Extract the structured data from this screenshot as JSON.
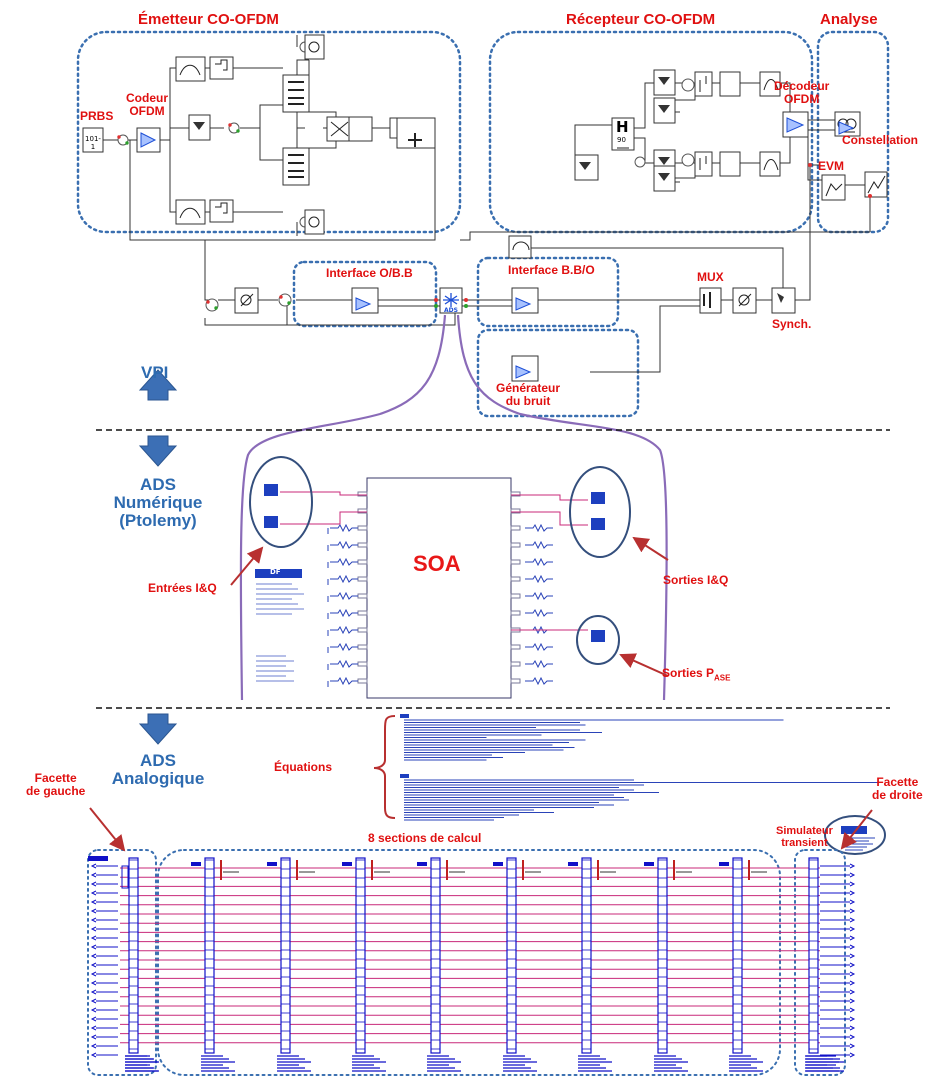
{
  "vpi": {
    "transmitter_title": "Émetteur CO-OFDM",
    "receiver_title": "Récepteur CO-OFDM",
    "analysis_title": "Analyse",
    "prbs": "PRBS",
    "prbs_block": "101-1",
    "encoder": "Codeur\nOFDM",
    "decoder": "Décodeur\nOFDM",
    "constellation": "Constellation",
    "evm": "EVM",
    "hybrid_block": "H",
    "hybrid_angle": "90",
    "iface_ob": "Interface O/B.B",
    "iface_bo": "Interface B.B/O",
    "mux": "MUX",
    "synch": "Synch.",
    "noise_gen": "Générateur\ndu bruit",
    "ads_block": "ADS"
  },
  "levels": {
    "vpi": "VPI",
    "ads_num": "ADS\nNumérique\n(Ptolemy)",
    "ads_ana": "ADS\nAnalogique"
  },
  "ads_numeric": {
    "soa": "SOA",
    "inputs": "Entrées I&Q",
    "outputs": "Sorties I&Q",
    "outputs_ase": "Sorties P",
    "outputs_ase_sub": "ASE",
    "df_block": "DF"
  },
  "ads_analog": {
    "equations": "Équations",
    "left_facet": "Facette\nde gauche",
    "right_facet": "Facette\nde droite",
    "sections": "8 sections de calcul",
    "simulator": "Simulateur\ntransient"
  },
  "colors": {
    "title_red": "#e01010",
    "level_blue": "#2e6bb0",
    "dotted_blue": "#3a6fb0",
    "arrow_blue": "#3c6fb5",
    "wire_magenta": "#c8287a",
    "schematic_blue": "#1010c8"
  }
}
